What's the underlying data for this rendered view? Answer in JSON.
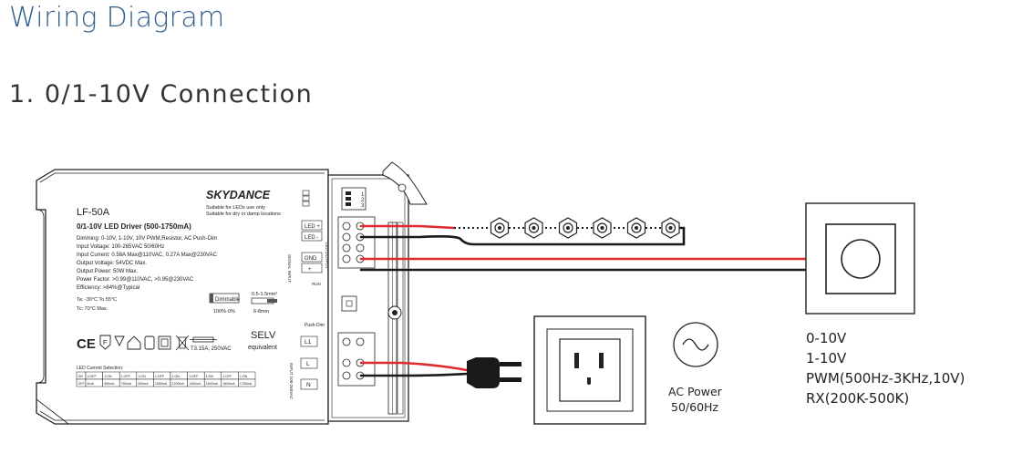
{
  "page": {
    "title": "Wiring Diagram",
    "section": "1. 0/1-10V Connection"
  },
  "driver": {
    "brand": "SKYDANCE",
    "model": "LF-50A",
    "name": "0/1-10V LED Driver (500-1750mA)",
    "suitable_1": "Suitable for LEDs use only",
    "suitable_2": "Suitable for dry or damp locations",
    "specs": [
      "Dimming: 0-10V, 1-10V, 10V PWM,Resistor, AC Push-Dim",
      "Input Voltage: 100-265VAC 50/60Hz",
      "Input Current: 0.58A Max@110VAC, 0.27A Max@230VAC",
      "Output Voltage: 54VDC Max.",
      "Output Power: 50W Max.",
      "Power Factor: >0.99@110VAC, >0.95@230VAC",
      "Efficiency: >84%@Typical"
    ],
    "ta": "Ta: -30°C To 55°C",
    "tc": "Tc: 70°C Max.",
    "dimmable": "Dimmable",
    "dim_range": "100%-0%",
    "wire_gauge": "0.5-1.5mm²",
    "strip_len": "6-8mm",
    "fuse": "T3.15A, 250VAC",
    "selv": "SELV",
    "selv_sub": "equivalent",
    "current_sel_label": "LED Current Selection:",
    "current_sel_row1": [
      "ON",
      "1:OFF",
      "1:ON",
      "1:OFF",
      "1:ON",
      "1:OFF",
      "1:ON",
      "1:OFF",
      "1:ON",
      "1:OFF",
      "1:ON"
    ],
    "current_sel_row2": [
      "OFF",
      "5mA",
      "500mA",
      "750mA",
      "900mA",
      "1050mA",
      "1200mA",
      "1400mA",
      "1500mA",
      "1600mA",
      "1750mA"
    ],
    "icons": [
      "ce-mark-icon",
      "f-mark-icon",
      "triangle-mark-icon",
      "house-icon",
      "ip-icon",
      "class2-icon",
      "weee-bin-icon"
    ],
    "dip_labels": [
      "1",
      "2",
      "3"
    ],
    "terminals_out": [
      "LED +",
      "LED -",
      "GND",
      "+"
    ],
    "out_group_label": "LED OUTPUT",
    "signal_label": "SIGNAL INPUT",
    "run_label": "RUN",
    "pushdim_label": "Push-Dim",
    "terminals_in": [
      "L1",
      "L",
      "N"
    ],
    "in_group_label": "INPUT 100-265VAC"
  },
  "strip": {
    "led_count": 6
  },
  "wall_outlet": {
    "label_1": "AC Power",
    "label_2": "50/60Hz"
  },
  "dimmer": {
    "options": [
      "0-10V",
      "1-10V",
      "PWM(500Hz-3KHz,10V)",
      "RX(200K-500K)"
    ]
  },
  "colors": {
    "title": "#2f5d8c",
    "wire_red": "#e0292f",
    "wire_black": "#1a1a1a",
    "outline": "#222222"
  }
}
